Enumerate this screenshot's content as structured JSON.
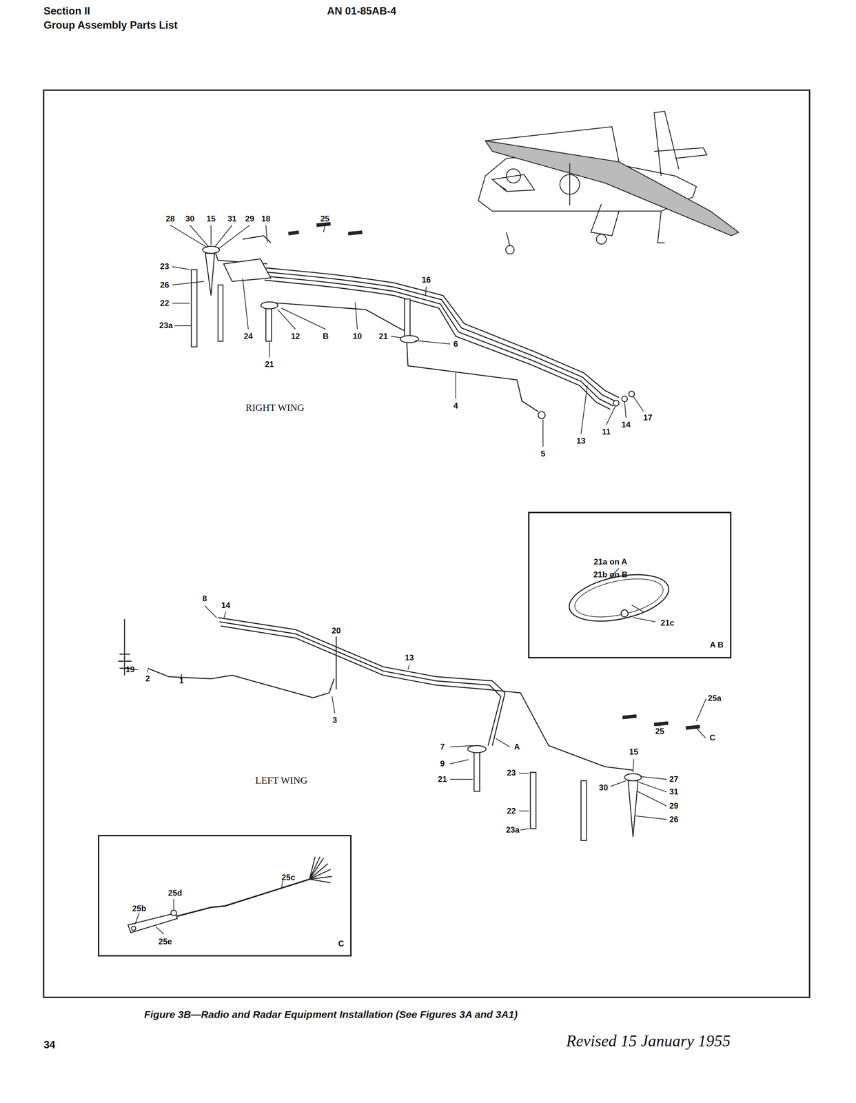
{
  "diagram": {
    "caption": "Figure 3B—Radio and Radar Equipment Installation (See Figures 3A and 3A1)",
    "nodes": [
      {
        "text": [
          "21a on A",
          "21b on B",
          "21c",
          "A B"
        ]
      },
      {
        "text": [
          "25c",
          "25d",
          "25b",
          "25e",
          "C"
        ]
      }
    ],
    "labels": [
      "Section II",
      "Group Assembly Parts List",
      "AN 01-85AB-4",
      "34",
      "Revised 15 January 1955",
      "28",
      "30",
      "15",
      "31",
      "29",
      "18",
      "25",
      "23",
      "26",
      "22",
      "23a",
      "24",
      "12",
      "B",
      "10",
      "16",
      "21",
      "6",
      "21",
      "4",
      "5",
      "13",
      "11",
      "14",
      "17",
      "RIGHT WING",
      "19",
      "2",
      "1",
      "8",
      "14",
      "20",
      "3",
      "13",
      "7",
      "A",
      "9",
      "21",
      "25",
      "25a",
      "C",
      "15",
      "23",
      "30",
      "27",
      "31",
      "29",
      "26",
      "22",
      "23a",
      "LEFT WING"
    ]
  }
}
